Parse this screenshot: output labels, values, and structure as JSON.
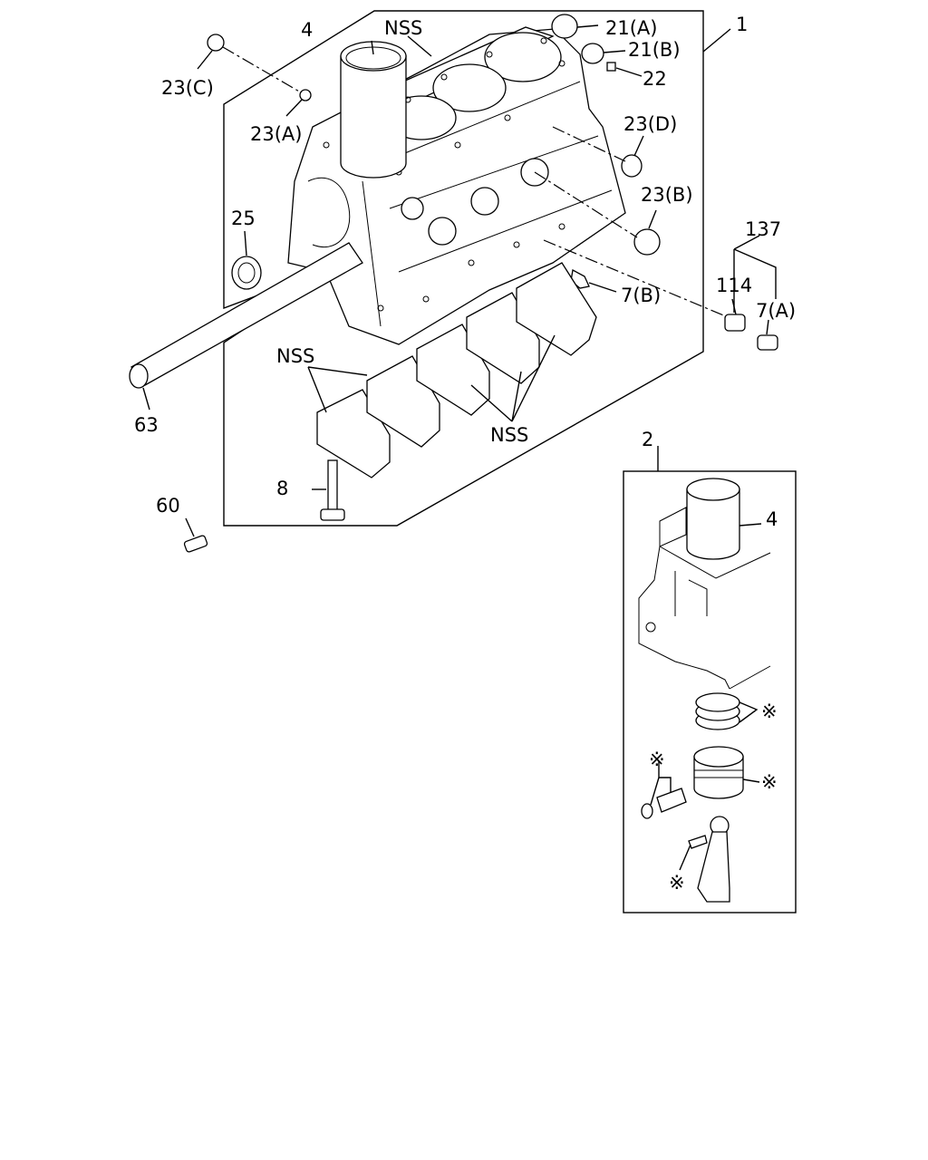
{
  "labels": {
    "l_1": "1",
    "l_2": "2",
    "l_4a": "4",
    "l_4b": "4",
    "l_nss_top": "NSS",
    "l_nss_left": "NSS",
    "l_nss_bottom": "NSS",
    "l_21a": "21(A)",
    "l_21b": "21(B)",
    "l_22": "22",
    "l_23c": "23(C)",
    "l_23a": "23(A)",
    "l_23d": "23(D)",
    "l_23b": "23(B)",
    "l_25": "25",
    "l_137": "137",
    "l_114": "114",
    "l_7a": "7(A)",
    "l_7b": "7(B)",
    "l_63": "63",
    "l_8": "8",
    "l_60": "60",
    "l_star1": "※",
    "l_star2": "※",
    "l_star3": "※",
    "l_star4": "※"
  }
}
